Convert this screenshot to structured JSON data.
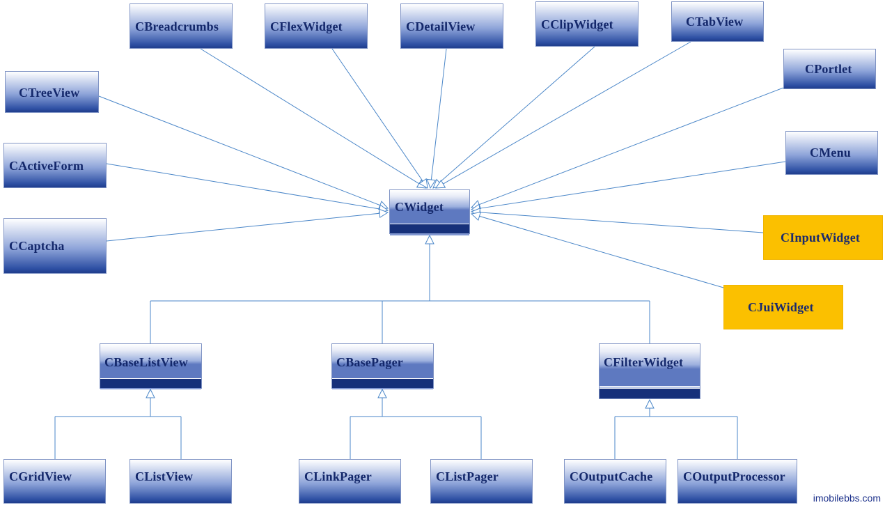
{
  "classes": {
    "cbreadcrumbs": "CBreadcrumbs",
    "cflexwidget": "CFlexWidget",
    "cdetailview": "CDetailView",
    "cclipwidget": "CClipWidget",
    "ctabview": "CTabView",
    "cportlet": "CPortlet",
    "ctreeview": "CTreeView",
    "cactiveform": "CActiveForm",
    "ccaptcha": "CCaptcha",
    "cmenu": "CMenu",
    "cinputwidget": "CInputWidget",
    "cjuiwidget": "CJuiWidget",
    "cwidget": "CWidget",
    "cbaselistview": "CBaseListView",
    "cbasepager": "CBasePager",
    "cfilterwidget": "CFilterWidget",
    "cgridview": "CGridView",
    "clistview": "CListView",
    "clinkpager": "CLinkPager",
    "clistpager": "CListPager",
    "coutputcache": "COutputCache",
    "coutputprocessor": "COutputProcessor"
  },
  "highlighted": [
    "cinputwidget",
    "cjuiwidget"
  ],
  "colors": {
    "edge": "#4a86c8",
    "highlight": "#fbc000",
    "box_dark": "#1f3d8c",
    "text": "#14286b"
  },
  "inheritance": [
    {
      "child": "cbreadcrumbs",
      "parent": "cwidget"
    },
    {
      "child": "cflexwidget",
      "parent": "cwidget"
    },
    {
      "child": "cdetailview",
      "parent": "cwidget"
    },
    {
      "child": "cclipwidget",
      "parent": "cwidget"
    },
    {
      "child": "ctabview",
      "parent": "cwidget"
    },
    {
      "child": "cportlet",
      "parent": "cwidget"
    },
    {
      "child": "ctreeview",
      "parent": "cwidget"
    },
    {
      "child": "cactiveform",
      "parent": "cwidget"
    },
    {
      "child": "ccaptcha",
      "parent": "cwidget"
    },
    {
      "child": "cmenu",
      "parent": "cwidget"
    },
    {
      "child": "cinputwidget",
      "parent": "cwidget"
    },
    {
      "child": "cjuiwidget",
      "parent": "cwidget"
    },
    {
      "child": "cbaselistview",
      "parent": "cwidget"
    },
    {
      "child": "cbasepager",
      "parent": "cwidget"
    },
    {
      "child": "cfilterwidget",
      "parent": "cwidget"
    },
    {
      "child": "cgridview",
      "parent": "cbaselistview"
    },
    {
      "child": "clistview",
      "parent": "cbaselistview"
    },
    {
      "child": "clinkpager",
      "parent": "cbasepager"
    },
    {
      "child": "clistpager",
      "parent": "cbasepager"
    },
    {
      "child": "coutputcache",
      "parent": "cfilterwidget"
    },
    {
      "child": "coutputprocessor",
      "parent": "cfilterwidget"
    }
  ],
  "watermark": "imobilebbs.com"
}
